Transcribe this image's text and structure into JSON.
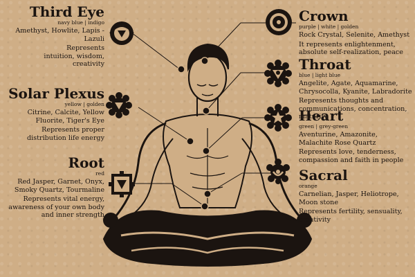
{
  "chakras": {
    "third_eye": {
      "title": "Third Eye",
      "colors": "navy blue | indigo",
      "stones": "Amethyst, Howlite, Lapis - Lazuli",
      "description": "Represents intuition, wisdom, creativity"
    },
    "crown": {
      "title": "Crown",
      "colors": "purple | white | golden",
      "stones": "Rock Crystal, Selenite, Amethyst",
      "description": "It represents enlightenment, absolute self-realization, peace"
    },
    "solar_plexus": {
      "title": "Solar Plexus",
      "colors": "yellow | golden",
      "stones": "Citrine, Calcite, Yellow Fluorite, Tiger's Eye",
      "description": "Represents proper distribution life energy"
    },
    "throat": {
      "title": "Throat",
      "colors": "blue | light blue",
      "stones": "Angelite, Agate, Aquamarine, Chrysocolla, Kyanite, Labradorite",
      "description": "Represents thoughts and communications, concentration, maturity"
    },
    "heart": {
      "title": "Heart",
      "colors": "green | grey-green",
      "stones": "Aventurine, Amazonite, Malachite Rose Quartz",
      "description": "Represents love, tenderness, compassion and faith in people"
    },
    "root": {
      "title": "Root",
      "colors": "red",
      "stones": "Red Jasper, Garnet, Onyx, Smoky Quartz, Tourmaline",
      "description": "Represents vital energy, awareness of your own body and inner strength"
    },
    "sacral": {
      "title": "Sacral",
      "colors": "orange",
      "stones": "Carnelian, Jasper, Heliotrope, Moon stone",
      "description": "Represents fertility, sensuality, creativity"
    }
  },
  "colors": {
    "background": "#cfae86",
    "ink": "#1b1410"
  },
  "icons": [
    "third-eye-icon",
    "crown-icon",
    "solar-plexus-icon",
    "throat-icon",
    "heart-icon",
    "root-icon",
    "sacral-icon",
    "meditating-figure"
  ]
}
